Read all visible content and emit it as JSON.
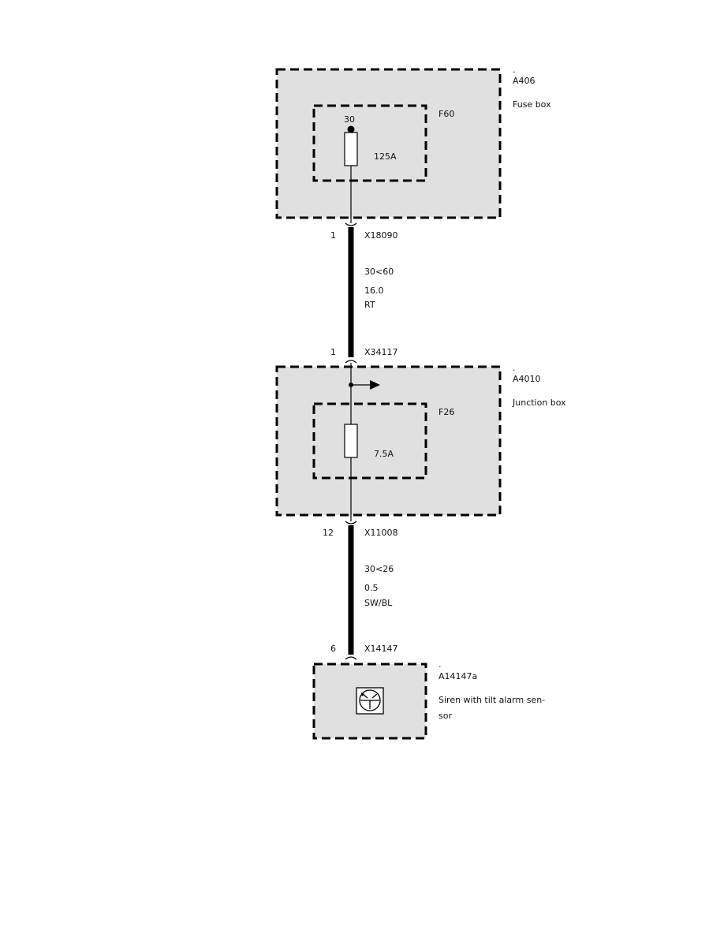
{
  "components": {
    "fuse_box": {
      "dot": ".",
      "id": "A406",
      "name": "Fuse box",
      "fuse": {
        "id": "F60",
        "terminal": "30",
        "rating": "125A"
      }
    },
    "junction_box": {
      "dot": ".",
      "id": "A4010",
      "name": "Junction box",
      "fuse": {
        "id": "F26",
        "rating": "7.5A"
      }
    },
    "siren": {
      "dot": ".",
      "id": "A14147a",
      "name_line1": "Siren with tilt alarm sen-",
      "name_line2": "sor"
    }
  },
  "wires": [
    {
      "top_connector": {
        "pin": "1",
        "id": "X18090"
      },
      "circuit": "30<60",
      "gauge": "16.0",
      "color": "RT",
      "bottom_connector": {
        "pin": "1",
        "id": "X34117"
      }
    },
    {
      "top_connector": {
        "pin": "12",
        "id": "X11008"
      },
      "circuit": "30<26",
      "gauge": "0.5",
      "color": "SW/BL",
      "bottom_connector": {
        "pin": "6",
        "id": "X14147"
      }
    }
  ]
}
